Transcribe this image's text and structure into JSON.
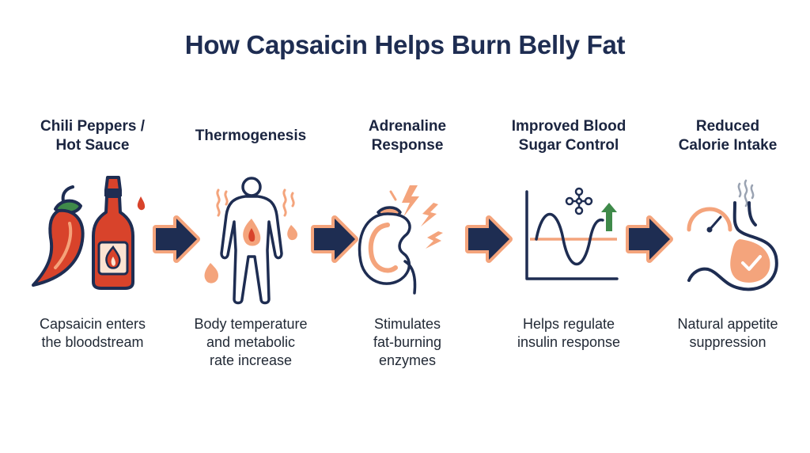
{
  "title": "How Capsaicin Helps Burn Belly Fat",
  "colors": {
    "navy": "#1e2d52",
    "orange": "#f4a47c",
    "red": "#d8432b",
    "green": "#3f8a4a"
  },
  "steps": [
    {
      "heading": "Chili Peppers /\nHot Sauce",
      "description": "Capsaicin enters\nthe bloodstream",
      "icon": "chili-pepper-hot-sauce-icon"
    },
    {
      "heading": "Thermogenesis",
      "description": "Body temperature\nand metabolic\nrate increase",
      "icon": "body-heat-icon"
    },
    {
      "heading": "Adrenaline\nResponse",
      "description": "Stimulates\nfat-burning\nenzymes",
      "icon": "adrenal-gland-icon"
    },
    {
      "heading": "Improved Blood\nSugar Control",
      "description": "Helps regulate\ninsulin response",
      "icon": "blood-sugar-chart-icon"
    },
    {
      "heading": "Reduced\nCalorie Intake",
      "description": "Natural appetite\nsuppression",
      "icon": "stomach-appetite-icon"
    }
  ]
}
